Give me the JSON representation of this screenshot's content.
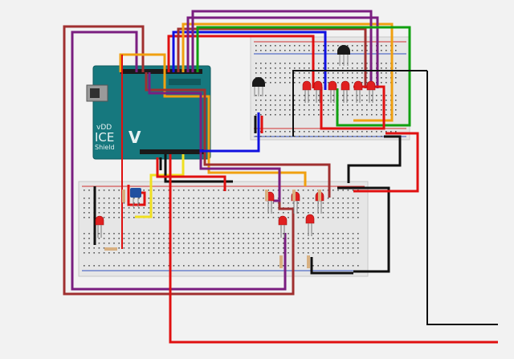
{
  "board": {
    "line1": "vDD",
    "line2": "ICE",
    "line3": "Shield",
    "logo": "V"
  },
  "colors": {
    "background": "#f2f2f2",
    "board": "#16787e",
    "breadboard": "#e6e6e6",
    "rail_red": "#d03030",
    "rail_blue": "#3050c0",
    "led": "#e02020",
    "transistor": "#1a1a1a",
    "wire_red": "#e01010",
    "wire_darkred": "#a03030",
    "wire_purple": "#7a1e80",
    "wire_blue": "#1010e0",
    "wire_green": "#10a010",
    "wire_yellow": "#f0e020",
    "wire_orange": "#f0a010",
    "wire_black": "#101010"
  },
  "components": {
    "top_breadboard_leds": 6,
    "bottom_breadboard_leds": 6,
    "top_breadboard_transistors": 2,
    "bottom_breadboard_potentiometer": 1
  }
}
